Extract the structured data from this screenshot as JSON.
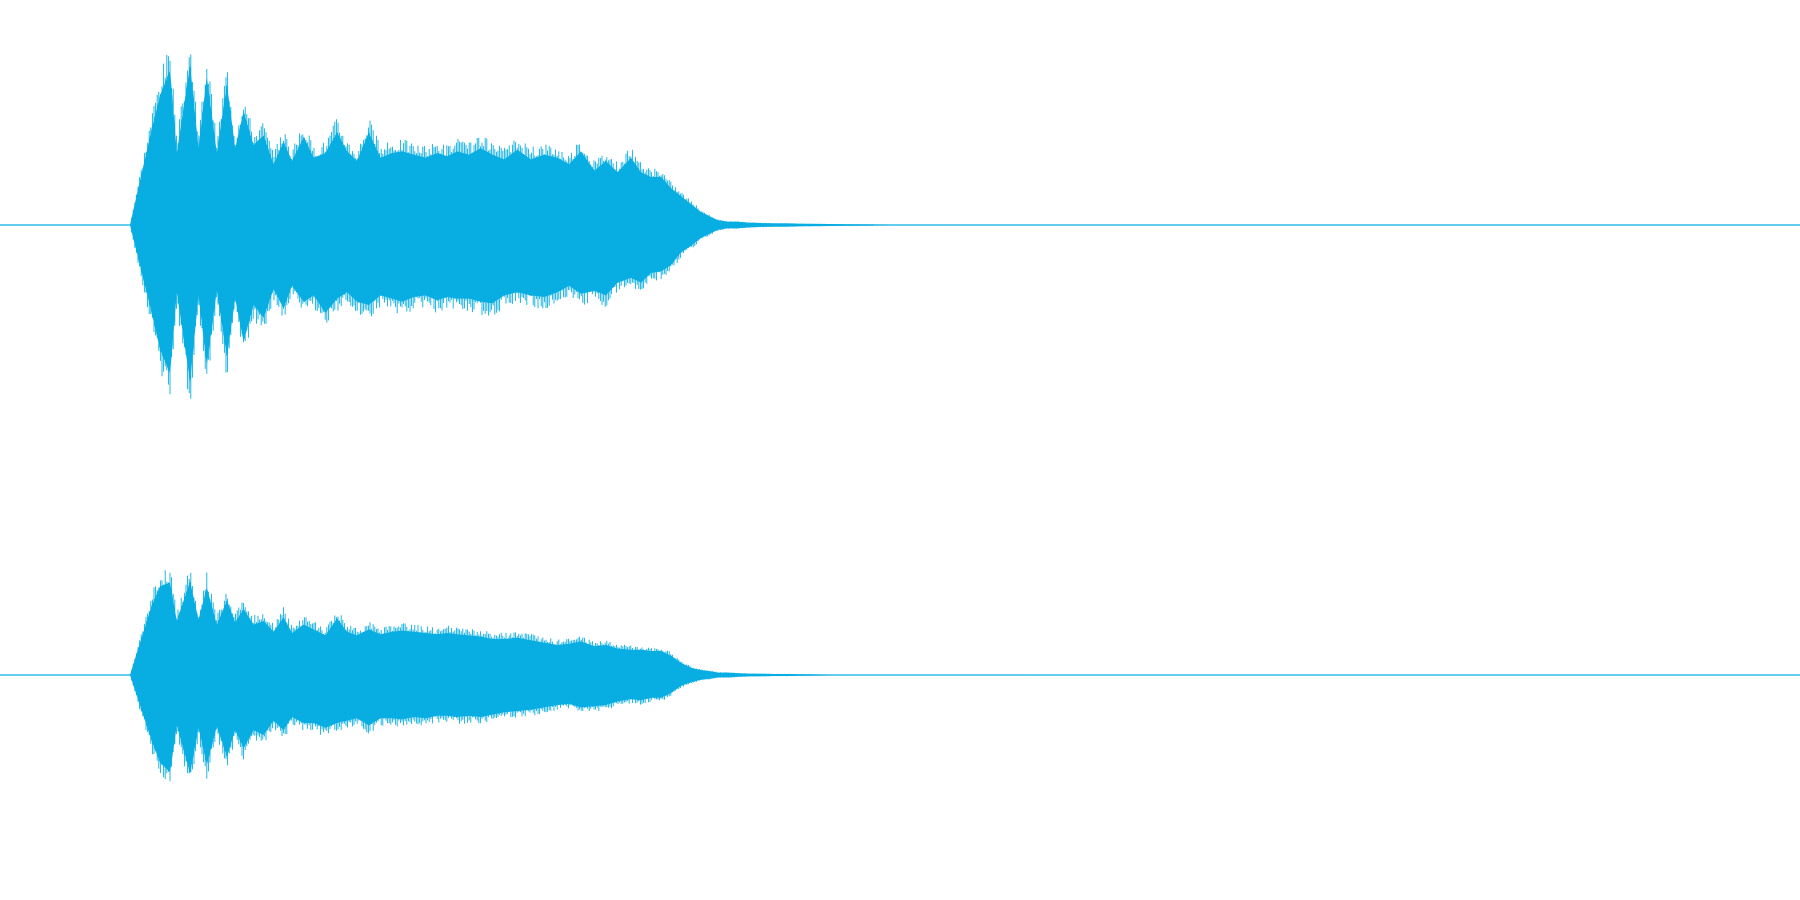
{
  "chart_data": {
    "type": "area",
    "title": "",
    "xlabel": "",
    "ylabel": "",
    "xlim": [
      0,
      1
    ],
    "ylim": [
      -1,
      1
    ],
    "grid": false,
    "legend": "none",
    "color": "#08ade2",
    "series": [
      {
        "x": [
          0.0,
          0.013,
          0.018,
          0.024,
          0.028,
          0.036,
          0.041,
          0.046,
          0.052,
          0.058,
          0.063,
          0.068,
          0.074,
          0.08,
          0.086,
          0.092,
          0.097,
          0.104,
          0.11,
          0.117,
          0.124,
          0.13,
          0.136,
          0.143,
          0.15,
          0.157,
          0.163,
          0.17,
          0.177,
          0.184,
          0.19,
          0.196,
          0.203,
          0.21,
          0.217,
          0.224,
          0.232,
          0.24,
          0.248,
          0.256,
          0.263,
          0.27,
          0.278,
          0.285,
          0.292,
          0.3,
          0.306,
          0.312,
          0.318,
          0.324,
          0.33,
          0.336,
          0.342,
          0.348,
          0.352,
          0.358,
          0.364,
          0.37,
          0.378,
          0.386,
          0.394,
          0.402,
          0.41,
          0.418,
          0.43,
          0.445,
          0.46,
          0.48,
          0.5,
          0.52,
          0.55,
          0.6
        ],
        "top": [
          0.0,
          0.6,
          0.81,
          0.97,
          0.45,
          1.0,
          0.48,
          0.93,
          0.45,
          0.88,
          0.48,
          0.71,
          0.5,
          0.56,
          0.38,
          0.52,
          0.4,
          0.55,
          0.42,
          0.45,
          0.58,
          0.46,
          0.4,
          0.58,
          0.42,
          0.45,
          0.46,
          0.44,
          0.42,
          0.45,
          0.43,
          0.46,
          0.44,
          0.48,
          0.44,
          0.41,
          0.47,
          0.41,
          0.44,
          0.42,
          0.38,
          0.46,
          0.34,
          0.4,
          0.33,
          0.42,
          0.33,
          0.3,
          0.3,
          0.23,
          0.18,
          0.13,
          0.08,
          0.05,
          0.03,
          0.02,
          0.02,
          0.015,
          0.012,
          0.01,
          0.01,
          0.008,
          0.007,
          0.006,
          0.005,
          0.004,
          0.003,
          0.003,
          0.002,
          0.001,
          0.001,
          0.0
        ],
        "bottom": [
          0.0,
          -0.55,
          -0.78,
          -0.93,
          -0.42,
          -0.98,
          -0.44,
          -0.88,
          -0.41,
          -0.82,
          -0.46,
          -0.73,
          -0.5,
          -0.58,
          -0.4,
          -0.52,
          -0.38,
          -0.48,
          -0.44,
          -0.55,
          -0.46,
          -0.42,
          -0.48,
          -0.5,
          -0.44,
          -0.46,
          -0.48,
          -0.45,
          -0.44,
          -0.47,
          -0.45,
          -0.46,
          -0.46,
          -0.48,
          -0.49,
          -0.44,
          -0.42,
          -0.44,
          -0.45,
          -0.42,
          -0.38,
          -0.43,
          -0.41,
          -0.44,
          -0.36,
          -0.33,
          -0.36,
          -0.3,
          -0.29,
          -0.25,
          -0.17,
          -0.13,
          -0.08,
          -0.05,
          -0.03,
          -0.02,
          -0.02,
          -0.015,
          -0.012,
          -0.01,
          -0.01,
          -0.008,
          -0.007,
          -0.006,
          -0.005,
          -0.004,
          -0.003,
          -0.003,
          -0.002,
          -0.001,
          -0.001,
          0.0
        ]
      },
      {
        "x": [
          0.0,
          0.013,
          0.018,
          0.024,
          0.028,
          0.036,
          0.041,
          0.046,
          0.052,
          0.058,
          0.063,
          0.068,
          0.074,
          0.08,
          0.086,
          0.092,
          0.097,
          0.104,
          0.11,
          0.117,
          0.124,
          0.13,
          0.136,
          0.143,
          0.15,
          0.157,
          0.163,
          0.17,
          0.177,
          0.184,
          0.19,
          0.196,
          0.203,
          0.21,
          0.217,
          0.224,
          0.232,
          0.24,
          0.248,
          0.256,
          0.263,
          0.27,
          0.278,
          0.285,
          0.292,
          0.3,
          0.306,
          0.312,
          0.318,
          0.324,
          0.33,
          0.336,
          0.342,
          0.348,
          0.352,
          0.358,
          0.364,
          0.37,
          0.378,
          0.386,
          0.394,
          0.402,
          0.41,
          0.418,
          0.43,
          0.445,
          0.46,
          0.48,
          0.5,
          0.52,
          0.55,
          0.6
        ],
        "top": [
          0.0,
          0.58,
          0.74,
          0.77,
          0.45,
          0.78,
          0.46,
          0.73,
          0.42,
          0.62,
          0.44,
          0.55,
          0.42,
          0.45,
          0.36,
          0.48,
          0.35,
          0.42,
          0.38,
          0.33,
          0.47,
          0.36,
          0.33,
          0.38,
          0.34,
          0.36,
          0.37,
          0.36,
          0.35,
          0.34,
          0.35,
          0.34,
          0.33,
          0.32,
          0.3,
          0.3,
          0.31,
          0.29,
          0.27,
          0.25,
          0.26,
          0.28,
          0.24,
          0.25,
          0.22,
          0.21,
          0.21,
          0.2,
          0.2,
          0.16,
          0.1,
          0.06,
          0.04,
          0.03,
          0.02,
          0.02,
          0.015,
          0.012,
          0.01,
          0.008,
          0.008,
          0.006,
          0.005,
          0.004,
          0.003,
          0.003,
          0.002,
          0.002,
          0.001,
          0.001,
          0.0,
          0.0
        ],
        "bottom": [
          0.0,
          -0.55,
          -0.73,
          -0.81,
          -0.42,
          -0.82,
          -0.44,
          -0.75,
          -0.43,
          -0.68,
          -0.46,
          -0.61,
          -0.46,
          -0.5,
          -0.38,
          -0.46,
          -0.35,
          -0.4,
          -0.4,
          -0.44,
          -0.4,
          -0.38,
          -0.36,
          -0.42,
          -0.36,
          -0.36,
          -0.37,
          -0.35,
          -0.36,
          -0.34,
          -0.34,
          -0.35,
          -0.34,
          -0.35,
          -0.33,
          -0.31,
          -0.3,
          -0.29,
          -0.27,
          -0.25,
          -0.24,
          -0.27,
          -0.26,
          -0.25,
          -0.22,
          -0.2,
          -0.21,
          -0.19,
          -0.19,
          -0.15,
          -0.09,
          -0.06,
          -0.04,
          -0.03,
          -0.02,
          -0.02,
          -0.015,
          -0.012,
          -0.01,
          -0.008,
          -0.008,
          -0.006,
          -0.005,
          -0.004,
          -0.003,
          -0.003,
          -0.002,
          -0.002,
          -0.001,
          -0.001,
          0.0,
          0.0
        ]
      }
    ]
  }
}
